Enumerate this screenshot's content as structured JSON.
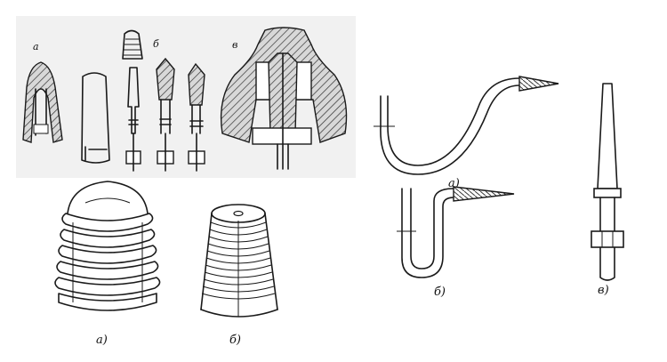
{
  "left_panel": {
    "top_labels": {
      "a": "а",
      "b": "б",
      "v": "в"
    },
    "bottom_labels": {
      "a": "а)",
      "b": "б)"
    }
  },
  "right_panel": {
    "labels": {
      "a": "а)",
      "b": "б)",
      "v": "в)"
    }
  }
}
